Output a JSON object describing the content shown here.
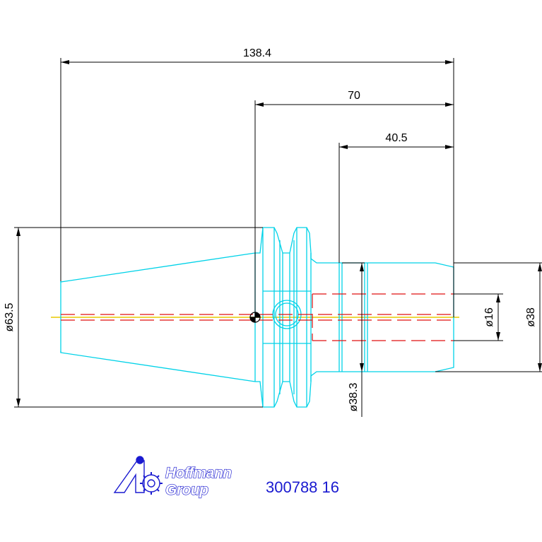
{
  "drawing": {
    "dimensions": {
      "overall_length": "138.4",
      "length_70": "70",
      "length_40_5": "40.5",
      "dia_flange": "ø63.5",
      "dia_bore": "ø16",
      "dia_body": "ø38",
      "dia_neck": "ø38.3"
    },
    "logo": {
      "line1": "Hoffmann",
      "line2": "Group"
    },
    "part_number": "300788 16"
  },
  "colors": {
    "outline": "#00d2e8",
    "dimension": "#000000",
    "hidden_line": "#e01010",
    "centerline": "#e8c800",
    "brand": "#1a1ad0"
  }
}
